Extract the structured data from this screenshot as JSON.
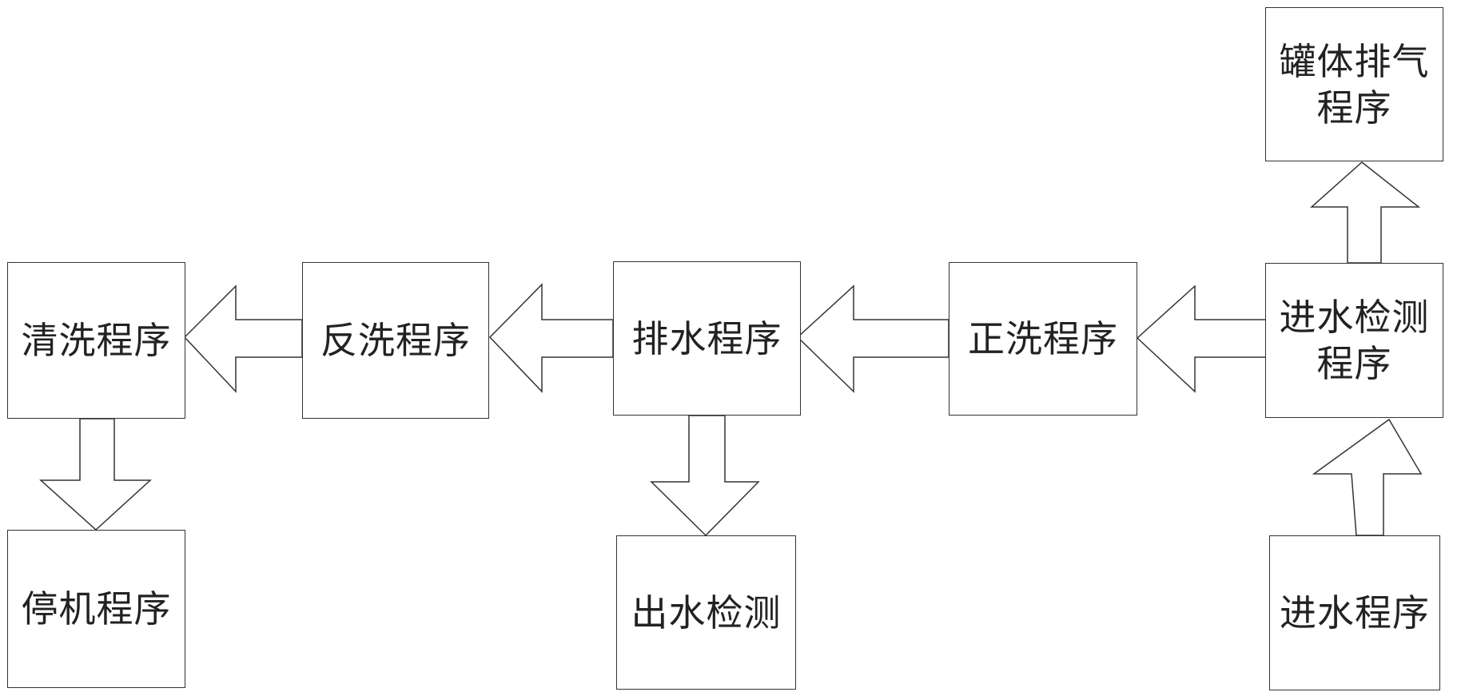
{
  "diagram": {
    "type": "flowchart",
    "nodes": {
      "tank_exhaust": {
        "line1": "罐体排气",
        "line2": "程序"
      },
      "inlet_detect": {
        "line1": "进水检测",
        "line2": "程序"
      },
      "inlet": {
        "line1": "进水程序"
      },
      "forward_wash": {
        "line1": "正洗程序"
      },
      "drain": {
        "line1": "排水程序"
      },
      "backwash": {
        "line1": "反洗程序"
      },
      "cleaning": {
        "line1": "清洗程序"
      },
      "shutdown": {
        "line1": "停机程序"
      },
      "outlet_detect": {
        "line1": "出水检测"
      }
    },
    "edges": [
      {
        "from": "inlet",
        "to": "inlet_detect"
      },
      {
        "from": "inlet_detect",
        "to": "tank_exhaust"
      },
      {
        "from": "inlet_detect",
        "to": "forward_wash"
      },
      {
        "from": "forward_wash",
        "to": "drain"
      },
      {
        "from": "drain",
        "to": "backwash"
      },
      {
        "from": "drain",
        "to": "outlet_detect"
      },
      {
        "from": "backwash",
        "to": "cleaning"
      },
      {
        "from": "cleaning",
        "to": "shutdown"
      }
    ],
    "colors": {
      "stroke": "#333333",
      "fill": "#ffffff",
      "text": "#222222"
    }
  }
}
